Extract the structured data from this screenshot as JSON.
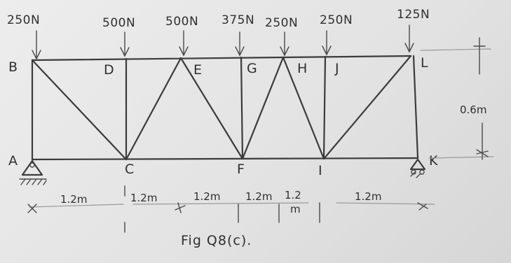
{
  "figure": {
    "caption": "Fig Q8(c)."
  },
  "loads": {
    "B": "250N",
    "D": "500N",
    "E": "500N",
    "G": "375N",
    "H": "250N",
    "J": "250N",
    "L": "125N"
  },
  "nodes": {
    "A": "A",
    "B": "B",
    "C": "C",
    "D": "D",
    "E": "E",
    "F": "F",
    "G": "G",
    "H": "H",
    "I": "I",
    "J": "J",
    "K": "K",
    "L": "L"
  },
  "dimensions": {
    "height": "0.6m",
    "spans": [
      "1.2m",
      "1.2m",
      "1.2m",
      "1.2m",
      "1.2",
      "m",
      "1.2m"
    ]
  }
}
